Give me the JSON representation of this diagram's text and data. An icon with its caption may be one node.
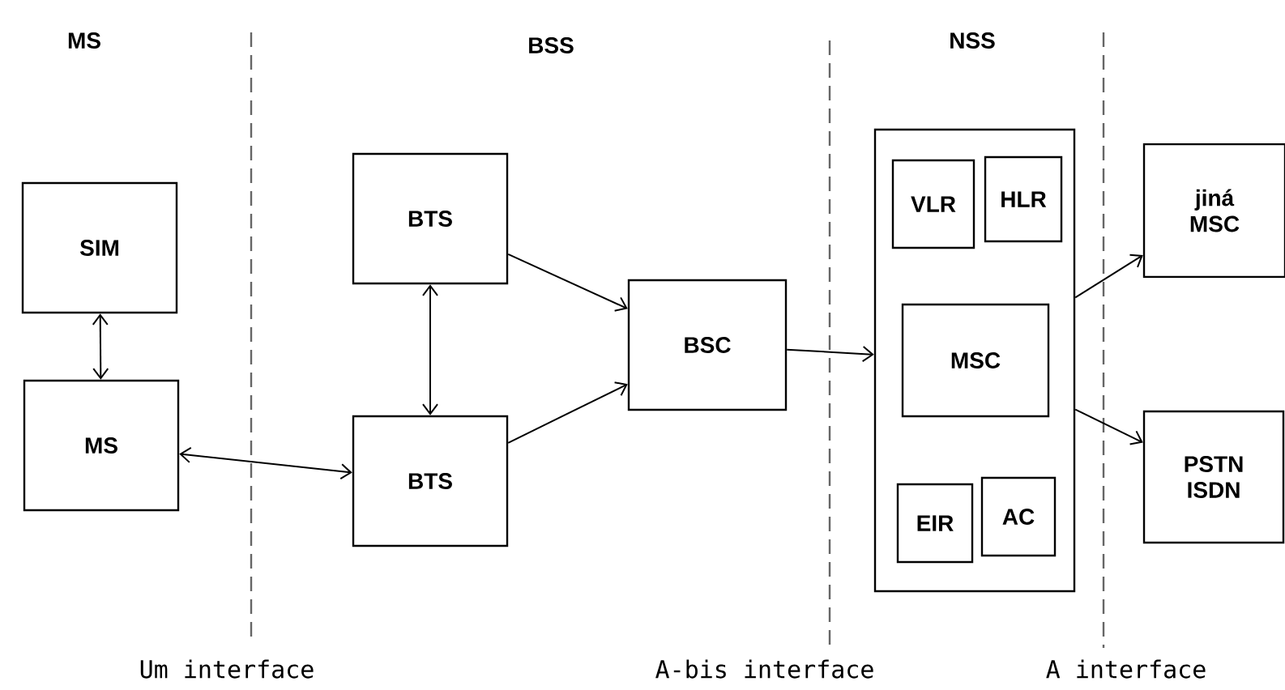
{
  "diagram": {
    "nodes": [
      {
        "text": [
          "SIM"
        ]
      },
      {
        "text": [
          "MS"
        ]
      },
      {
        "text": [
          "BTS"
        ]
      },
      {
        "text": [
          "BTS"
        ]
      },
      {
        "text": [
          "BSC"
        ]
      },
      {
        "text": [],
        "shape": "box"
      },
      {
        "text": [
          "VLR"
        ],
        "in": 5
      },
      {
        "text": [
          "HLR"
        ],
        "in": 5
      },
      {
        "text": [
          "MSC"
        ],
        "in": 5
      },
      {
        "text": [
          "EIR"
        ],
        "in": 5
      },
      {
        "text": [
          "AC"
        ],
        "in": 5
      },
      {
        "text": [
          "jiná MSC"
        ]
      },
      {
        "text": [
          "PSTN ISDN"
        ]
      }
    ],
    "edges": [
      {
        "from": 0,
        "to": 1,
        "arrow": "both"
      },
      {
        "from": 1,
        "to": 3,
        "arrow": "both"
      },
      {
        "from": 2,
        "to": 3,
        "arrow": "both"
      },
      {
        "from": 2,
        "to": 4,
        "arrow": "to"
      },
      {
        "from": 3,
        "to": 4,
        "arrow": "to"
      },
      {
        "from": 4,
        "to": 5,
        "arrow": "to"
      },
      {
        "from": 5,
        "to": 11,
        "arrow": "to"
      },
      {
        "from": 5,
        "to": 12,
        "arrow": "to"
      }
    ],
    "labels": [
      "MS",
      "BSS",
      "NSS",
      "Um interface",
      "A-bis interface",
      "A interface"
    ]
  }
}
